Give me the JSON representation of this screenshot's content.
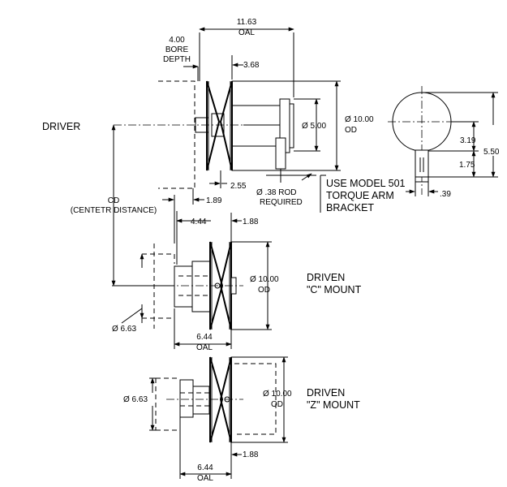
{
  "labels": {
    "driver": "DRIVER",
    "driven_c_1": "DRIVEN",
    "driven_c_2": "\"C\" MOUNT",
    "driven_z_1": "DRIVEN",
    "driven_z_2": "\"Z\" MOUNT",
    "use_model_1": "USE MODEL 501",
    "use_model_2": "TORQUE ARM",
    "use_model_3": "BRACKET",
    "cd_1": "CD",
    "cd_2": "(CENTETR DISTANCE)"
  },
  "dims": {
    "oal_top_value": "11.63",
    "oal_top_label": "OAL",
    "bore_value": "4.00",
    "bore_label_1": "BORE",
    "bore_label_2": "DEPTH",
    "d_3_68": "3.68",
    "dia_5": "Ø 5.00",
    "od_top_value": "Ø 10.00",
    "od_top_label": "OD",
    "d_2_55": "2.55",
    "rod_1": "Ø .38 ROD",
    "rod_2": "REQUIRED",
    "d_1_89": "1.89",
    "d_3_19": "3.19",
    "d_1_75": "1.75",
    "d_5_50": "5.50",
    "d_39": ".39",
    "d_4_44": "4.44",
    "d_1_88_c": "1.88",
    "od_c_value": "Ø 10.00",
    "od_c_label": "OD",
    "dia_6_63_c": "Ø 6.63",
    "oal_c_value": "6.44",
    "oal_c_label": "OAL",
    "od_z_value": "Ø 10.00",
    "od_z_label": "OD",
    "dia_6_63_z": "Ø 6.63",
    "d_1_88_z": "1.88",
    "oal_z_value": "6.44",
    "oal_z_label": "OAL"
  }
}
